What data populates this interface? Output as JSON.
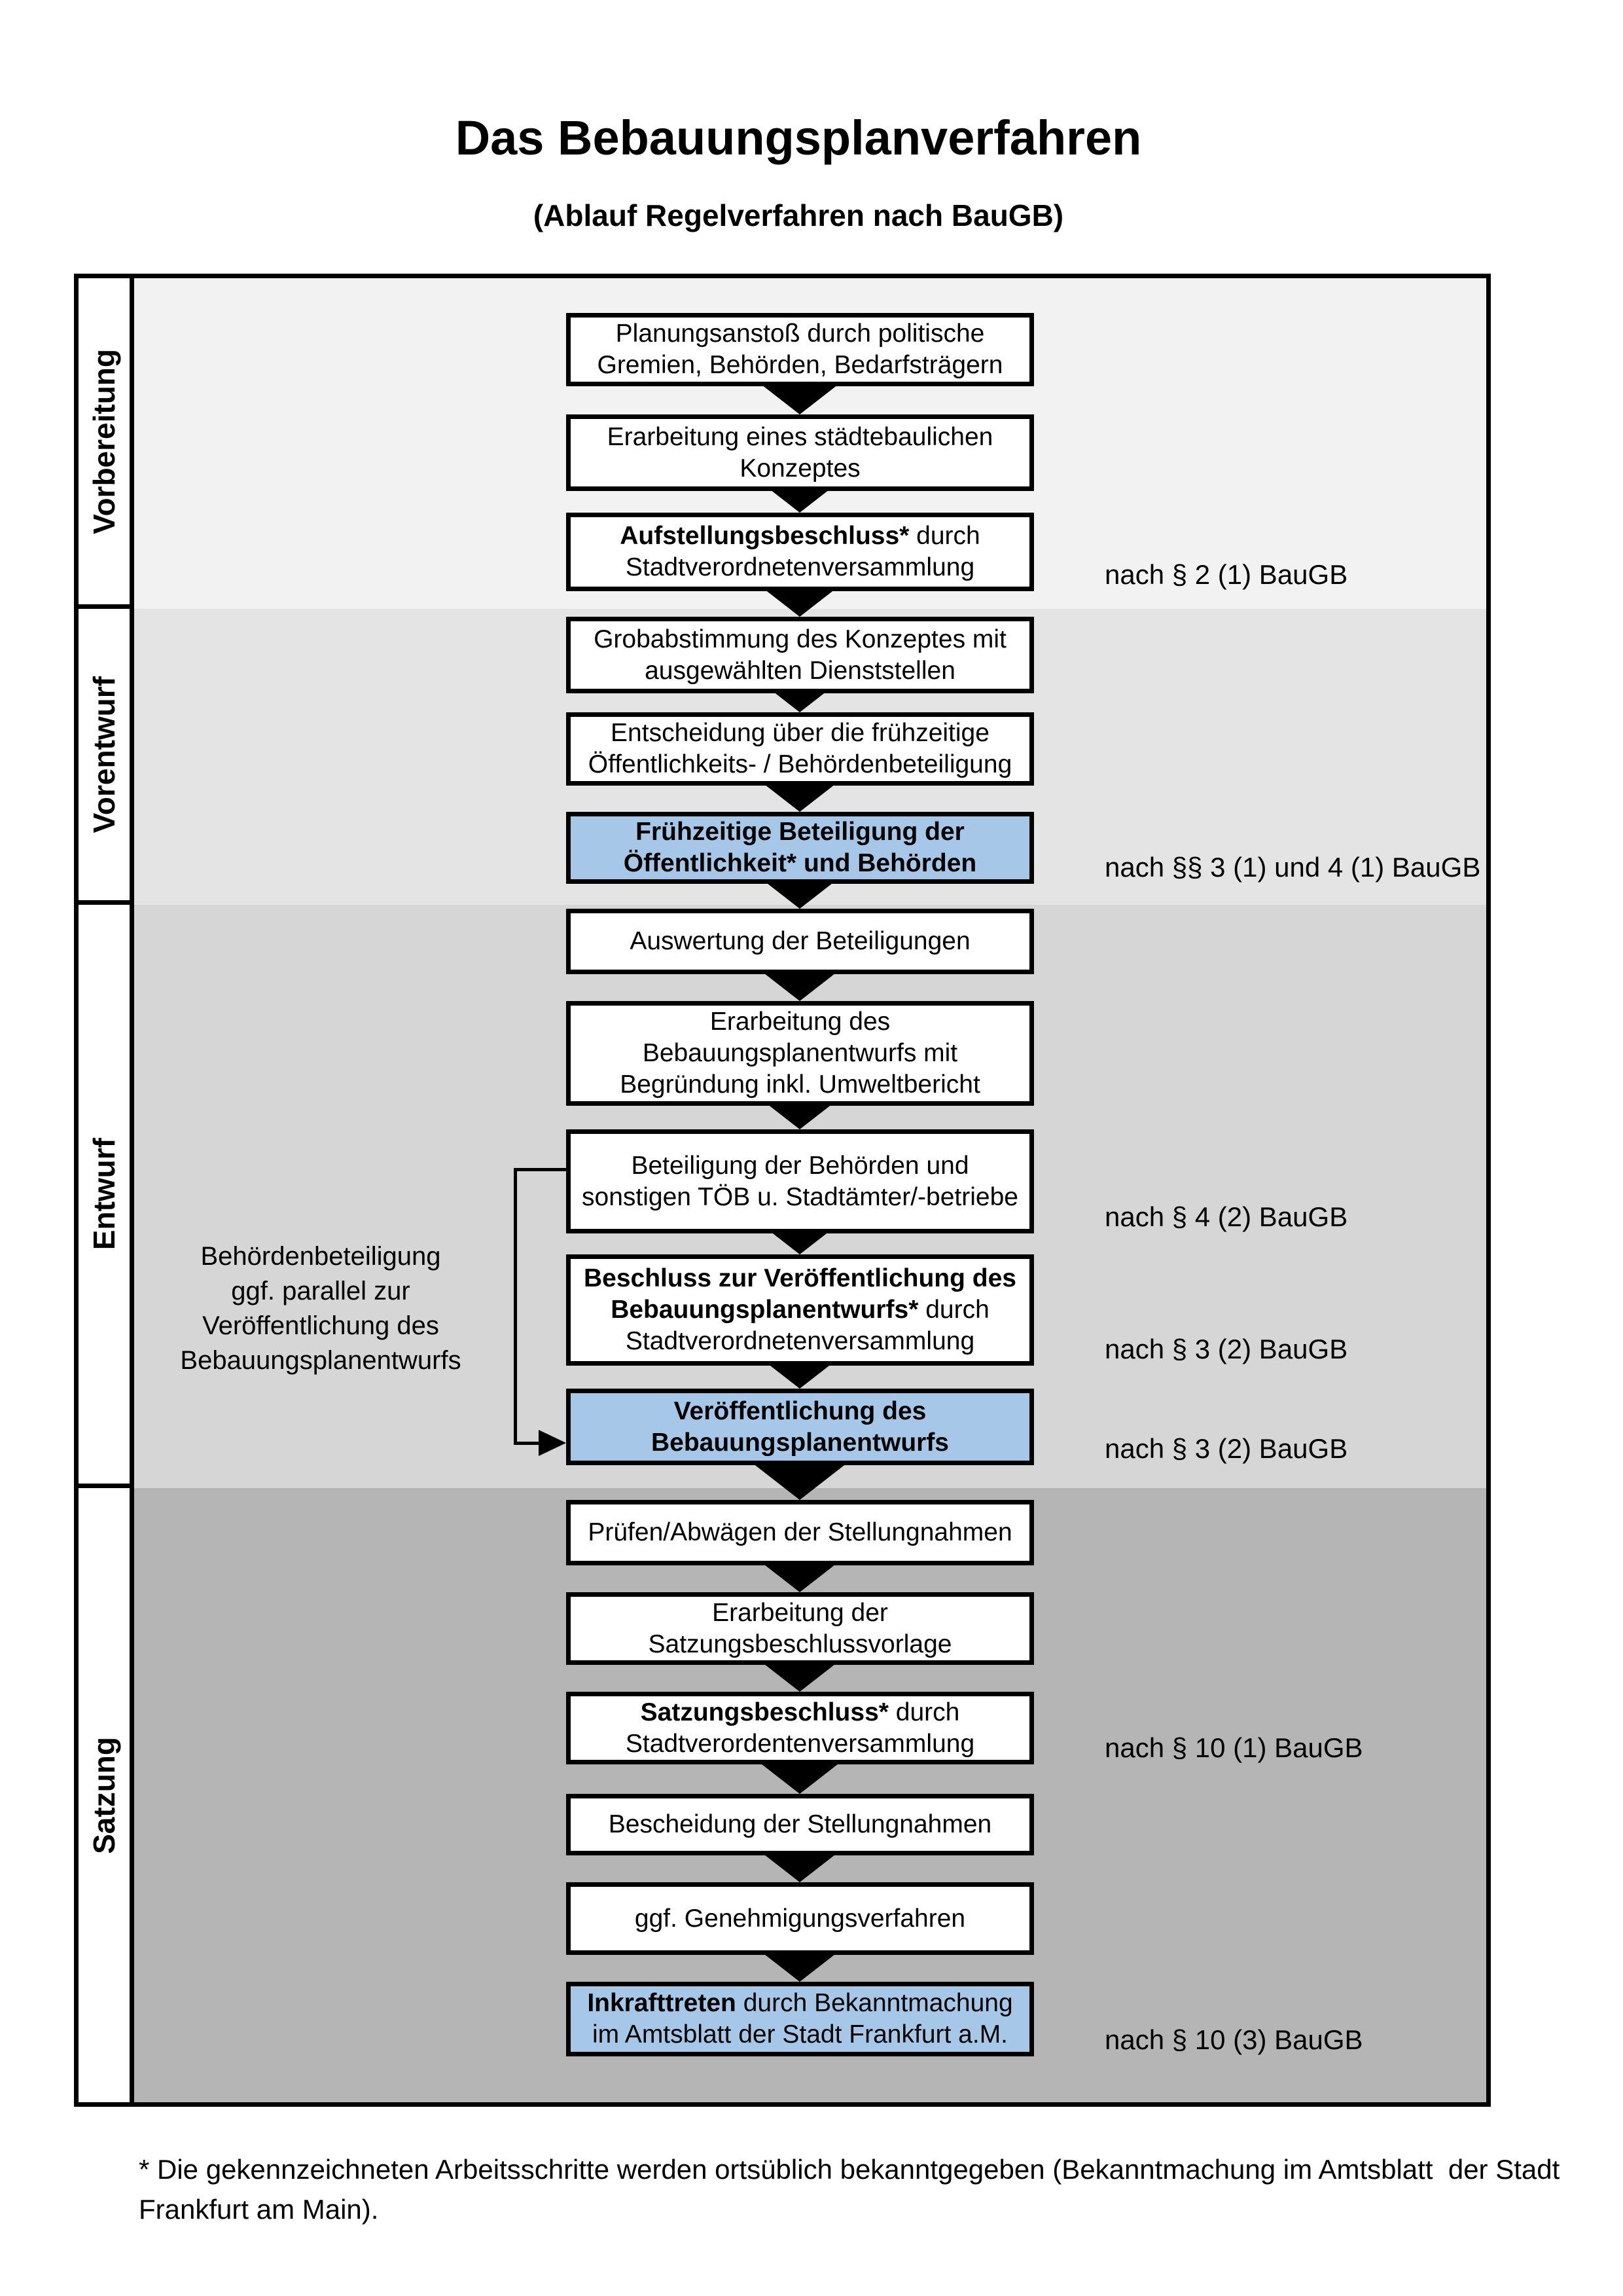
{
  "header": {
    "title": "Das Bebauungsplanverfahren",
    "subtitle": "(Ablauf Regelverfahren nach BauGB)"
  },
  "colors": {
    "highlight_box": "#a7c7e8",
    "phase_backgrounds": [
      "#f2f2f2",
      "#e4e4e4",
      "#d6d6d6",
      "#b5b5b5"
    ],
    "box_border": "#000000"
  },
  "phases": [
    {
      "label": "Vorbereitung"
    },
    {
      "label": "Vorentwurf"
    },
    {
      "label": "Entwurf"
    },
    {
      "label": "Satzung"
    }
  ],
  "flow": {
    "boxes": [
      {
        "lines": [
          [
            {
              "t": "Planungsanstoß durch politische",
              "b": false
            }
          ],
          [
            {
              "t": "Gremien, Behörden, Bedarfsträgern",
              "b": false
            }
          ]
        ],
        "highlight": false,
        "ref": ""
      },
      {
        "lines": [
          [
            {
              "t": "Erarbeitung eines städtebaulichen",
              "b": false
            }
          ],
          [
            {
              "t": "Konzeptes",
              "b": false
            }
          ]
        ],
        "highlight": false,
        "ref": ""
      },
      {
        "lines": [
          [
            {
              "t": "Aufstellungsbeschluss*",
              "b": true
            },
            {
              "t": " durch",
              "b": false
            }
          ],
          [
            {
              "t": "Stadtverordnetenversammlung",
              "b": false
            }
          ]
        ],
        "highlight": false,
        "ref": "nach § 2 (1) BauGB"
      },
      {
        "lines": [
          [
            {
              "t": "Grobabstimmung des Konzeptes mit",
              "b": false
            }
          ],
          [
            {
              "t": "ausgewählten Dienststellen",
              "b": false
            }
          ]
        ],
        "highlight": false,
        "ref": ""
      },
      {
        "lines": [
          [
            {
              "t": "Entscheidung über die frühzeitige",
              "b": false
            }
          ],
          [
            {
              "t": "Öffentlichkeits- / Behördenbeteiligung",
              "b": false
            }
          ]
        ],
        "highlight": false,
        "ref": ""
      },
      {
        "lines": [
          [
            {
              "t": "Frühzeitige Beteiligung der",
              "b": true
            }
          ],
          [
            {
              "t": "Öffentlichkeit* und Behörden",
              "b": true
            }
          ]
        ],
        "highlight": true,
        "ref": "nach §§ 3 (1) und 4 (1) BauGB"
      },
      {
        "lines": [
          [
            {
              "t": "Auswertung der Beteiligungen",
              "b": false
            }
          ]
        ],
        "highlight": false,
        "ref": ""
      },
      {
        "lines": [
          [
            {
              "t": "Erarbeitung des",
              "b": false
            }
          ],
          [
            {
              "t": "Bebauungsplanentwurfs mit",
              "b": false
            }
          ],
          [
            {
              "t": "Begründung inkl. Umweltbericht",
              "b": false
            }
          ]
        ],
        "highlight": false,
        "ref": ""
      },
      {
        "lines": [
          [
            {
              "t": "Beteiligung der Behörden und",
              "b": false
            }
          ],
          [
            {
              "t": "sonstigen TÖB u. Stadtämter/-betriebe",
              "b": false
            }
          ]
        ],
        "highlight": false,
        "ref": "nach § 4 (2) BauGB"
      },
      {
        "lines": [
          [
            {
              "t": "Beschluss zur Veröffentlichung des",
              "b": true
            }
          ],
          [
            {
              "t": "Bebauungsplanentwurfs*",
              "b": true
            },
            {
              "t": " durch",
              "b": false
            }
          ],
          [
            {
              "t": "Stadtverordnetenversammlung",
              "b": false
            }
          ]
        ],
        "highlight": false,
        "ref": "nach § 3 (2) BauGB"
      },
      {
        "lines": [
          [
            {
              "t": "Veröffentlichung des",
              "b": true
            }
          ],
          [
            {
              "t": "Bebauungsplanentwurfs",
              "b": true
            }
          ]
        ],
        "highlight": true,
        "ref": "nach § 3 (2) BauGB"
      },
      {
        "lines": [
          [
            {
              "t": "Prüfen/Abwägen der Stellungnahmen",
              "b": false
            }
          ]
        ],
        "highlight": false,
        "ref": ""
      },
      {
        "lines": [
          [
            {
              "t": "Erarbeitung der",
              "b": false
            }
          ],
          [
            {
              "t": "Satzungsbeschlussvorlage",
              "b": false
            }
          ]
        ],
        "highlight": false,
        "ref": ""
      },
      {
        "lines": [
          [
            {
              "t": "Satzungsbeschluss*",
              "b": true
            },
            {
              "t": " durch",
              "b": false
            }
          ],
          [
            {
              "t": "Stadtverordentenversammlung",
              "b": false
            }
          ]
        ],
        "highlight": false,
        "ref": "nach § 10 (1) BauGB"
      },
      {
        "lines": [
          [
            {
              "t": "Bescheidung der Stellungnahmen",
              "b": false
            }
          ]
        ],
        "highlight": false,
        "ref": ""
      },
      {
        "lines": [
          [
            {
              "t": "ggf. Genehmigungsverfahren",
              "b": false
            }
          ]
        ],
        "highlight": false,
        "ref": ""
      },
      {
        "lines": [
          [
            {
              "t": "Inkrafttreten",
              "b": true
            },
            {
              "t": " durch Bekanntmachung",
              "b": false
            }
          ],
          [
            {
              "t": "im Amtsblatt der Stadt Frankfurt a.M.",
              "b": false
            }
          ]
        ],
        "highlight": true,
        "ref": "nach § 10 (3) BauGB"
      }
    ]
  },
  "annotation": {
    "lines": [
      "Behördenbeteiligung",
      "ggf. parallel zur",
      "Veröffentlichung des",
      "Bebauungsplanentwurfs"
    ]
  },
  "footnote": {
    "line1": "* Die gekennzeichneten Arbeitsschritte werden ortsüblich bekanntgegeben (Bekanntmachung im Amtsblatt  der Stadt",
    "line2": "Frankfurt am Main)."
  }
}
